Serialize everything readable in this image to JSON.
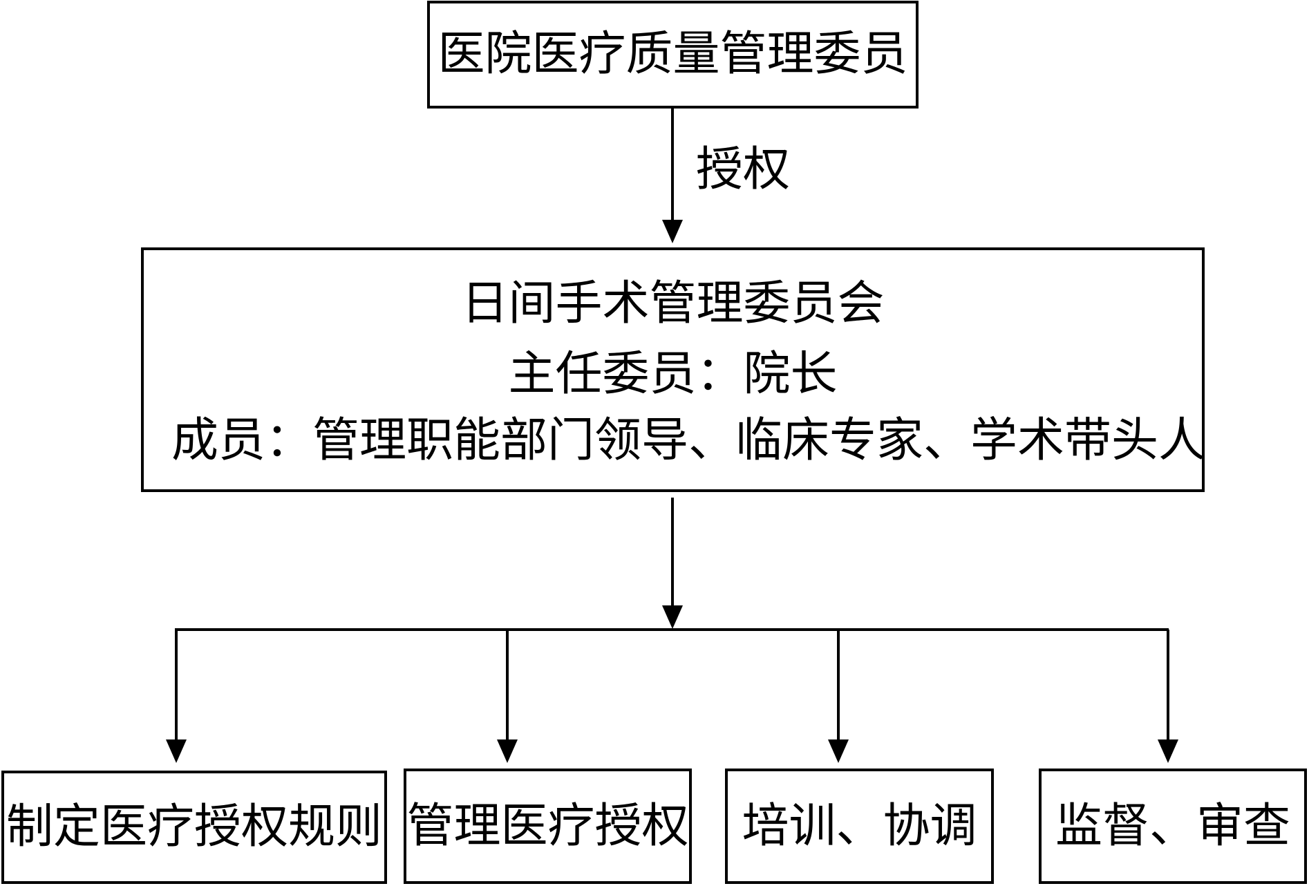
{
  "nodes": {
    "top": {
      "text": "医院医疗质量管理委员"
    },
    "middle": {
      "line1": "日间手术管理委员会",
      "line2": "主任委员：院长",
      "line3": "成员：管理职能部门领导、临床专家、学术带头人"
    },
    "bottom": [
      {
        "text": "制定医疗授权规则"
      },
      {
        "text": "管理医疗授权"
      },
      {
        "text": "培训、协调"
      },
      {
        "text": "监督、审查"
      }
    ]
  },
  "edges": {
    "top_to_middle_label": "授权"
  },
  "colors": {
    "line": "#000000",
    "background": "#ffffff"
  }
}
